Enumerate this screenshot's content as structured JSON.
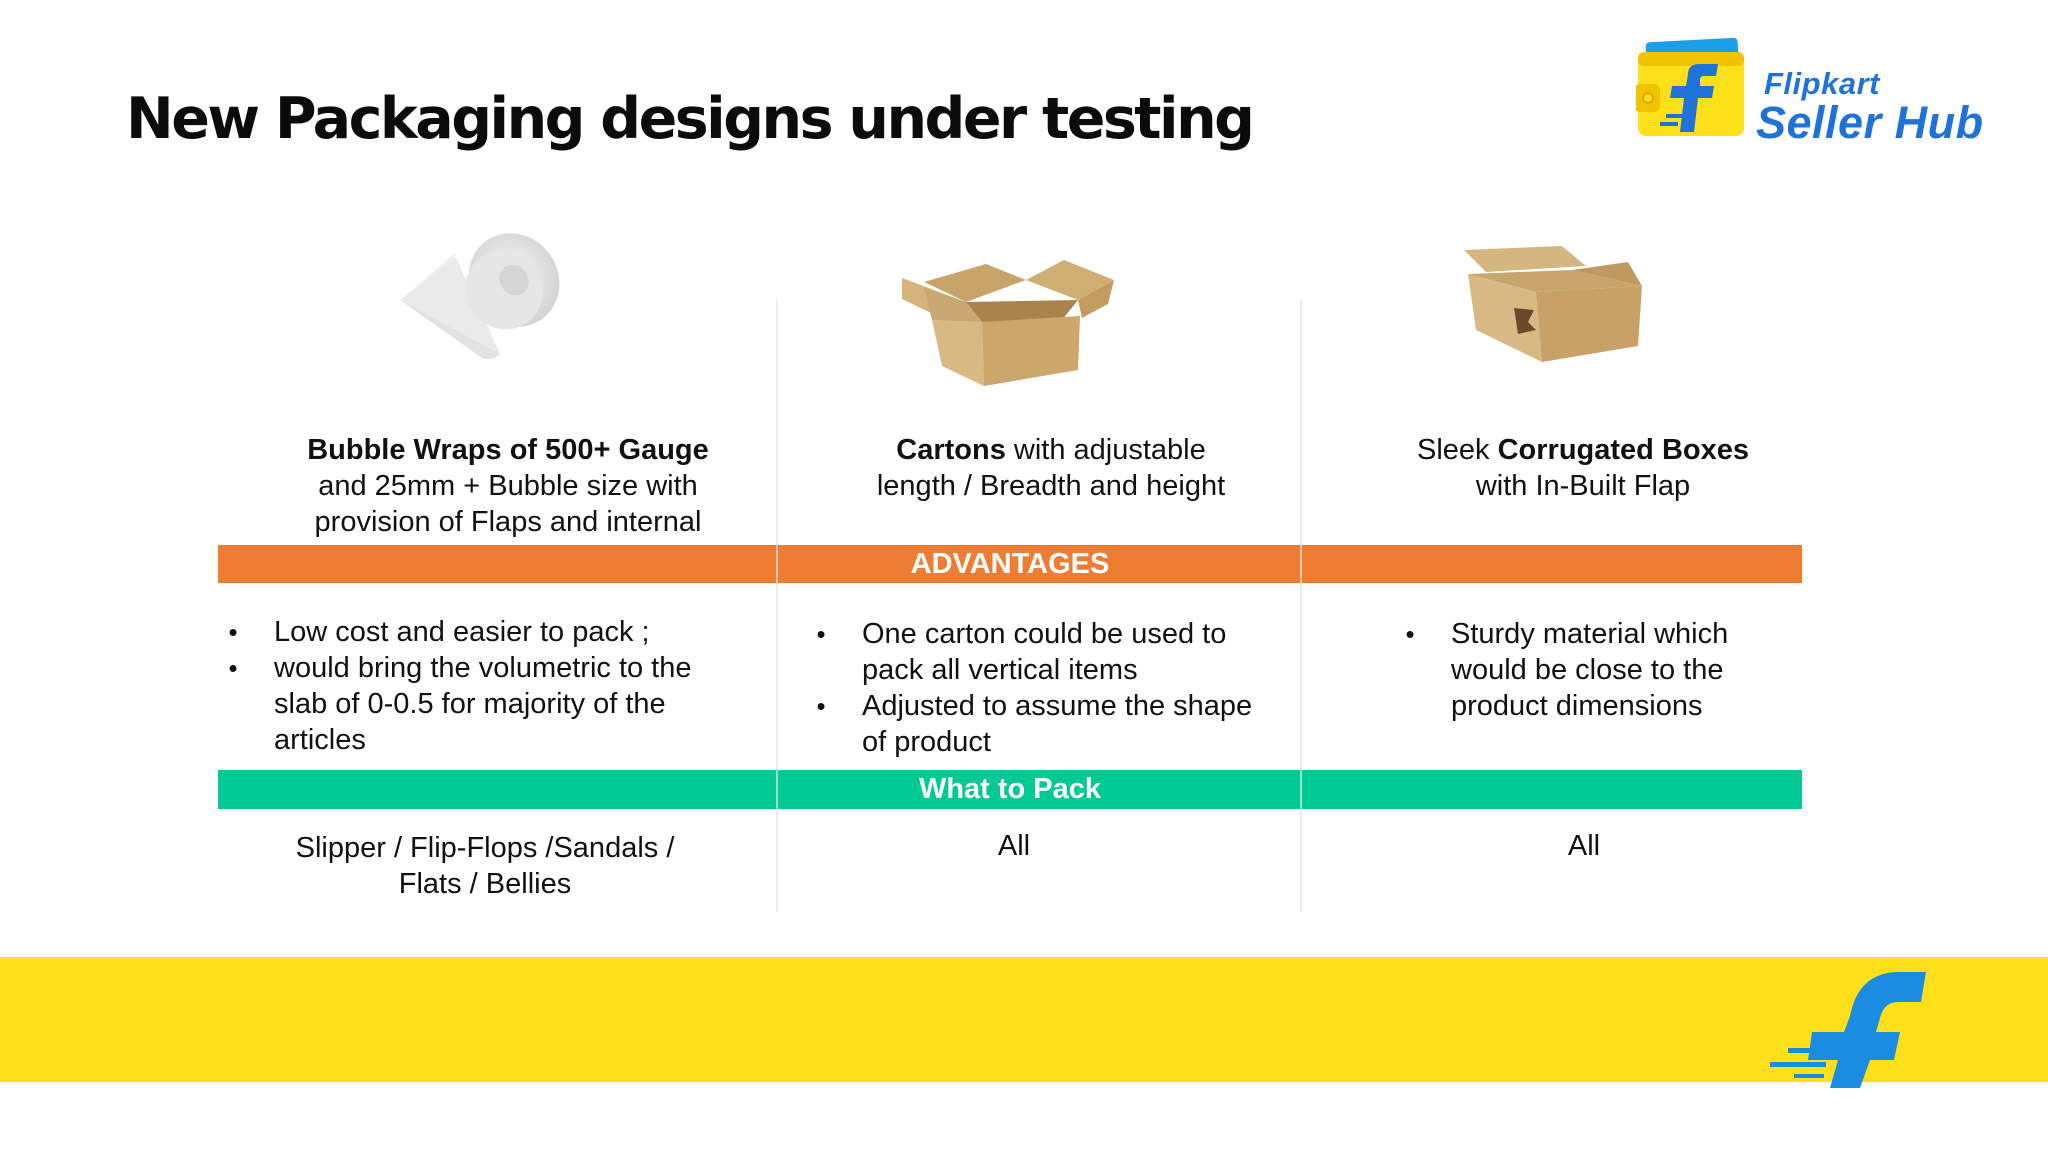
{
  "slide": {
    "title": "New Packaging designs under testing"
  },
  "logo": {
    "line1": "Flipkart",
    "line2": "Seller Hub",
    "colors": {
      "blue": "#1f73d8",
      "yellow": "#fde01a"
    }
  },
  "columns": [
    {
      "image_icon": "bubble-wrap-roll",
      "heading_bold": "Bubble Wraps of 500+ Gauge",
      "heading_rest": "and 25mm + Bubble size with provision of Flaps and internal",
      "advantages": [
        "Low cost and easier to pack ;",
        " would bring the volumetric to the slab of 0-0.5 for majority of the articles"
      ],
      "what_to_pack": "Slipper / Flip-Flops /Sandals / Flats / Bellies"
    },
    {
      "image_icon": "open-carton-box",
      "heading_bold": "Cartons",
      "heading_rest": " with adjustable length / Breadth and height",
      "advantages": [
        "One carton could be used to pack all vertical items",
        "Adjusted to assume the shape of product"
      ],
      "what_to_pack": "All"
    },
    {
      "image_icon": "corrugated-flap-box",
      "heading_pre": "Sleek ",
      "heading_bold": "Corrugated Boxes",
      "heading_rest": "with In-Built Flap",
      "advantages": [
        "Sturdy material which would be close to the product dimensions"
      ],
      "what_to_pack": "All"
    }
  ],
  "bands": {
    "advantages_label": "ADVANTAGES",
    "what_to_pack_label": "What to Pack",
    "advantages_color": "#ee7d33",
    "what_to_pack_color": "#00c994"
  },
  "footer": {
    "color": "#fde01a",
    "icon": "flipkart-f-icon"
  }
}
